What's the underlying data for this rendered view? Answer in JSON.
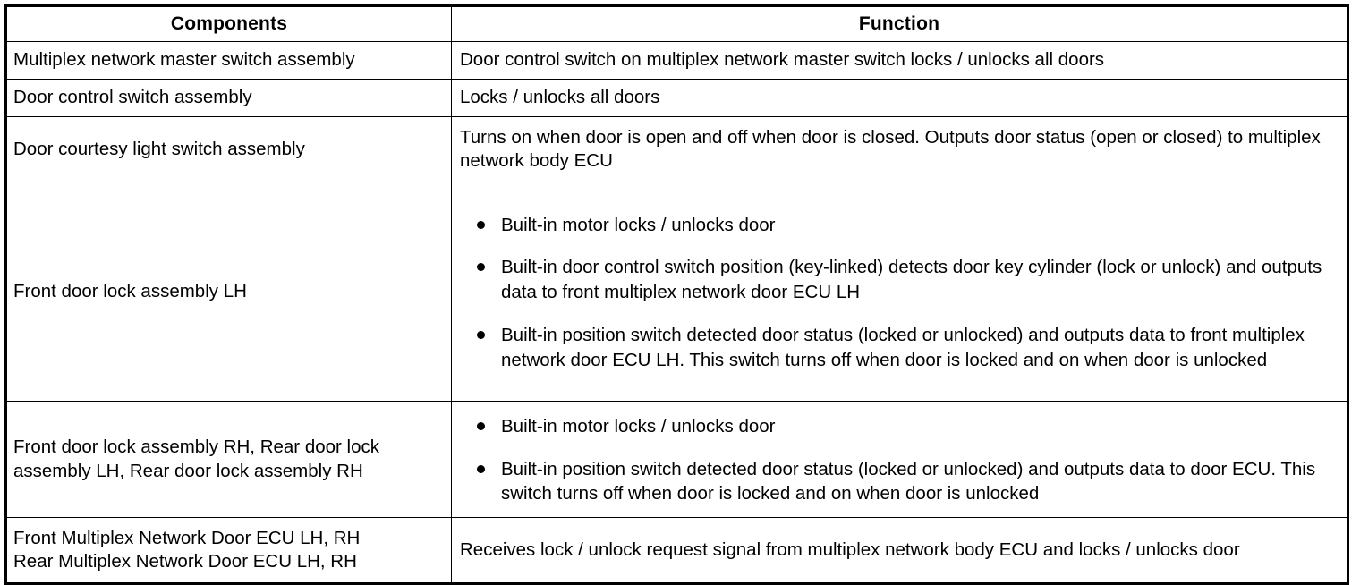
{
  "table": {
    "headers": {
      "components": "Components",
      "function": "Function"
    },
    "rows": [
      {
        "component": "Multiplex network master switch assembly",
        "function_text": "Door control switch on multiplex network master switch locks / unlocks all doors"
      },
      {
        "component": "Door control switch assembly",
        "function_text": "Locks / unlocks all doors"
      },
      {
        "component": "Door courtesy light switch assembly",
        "function_text": "Turns on when door is open and off when door is closed. Outputs door status (open or closed) to multiplex network body ECU"
      },
      {
        "component": "Front door lock assembly LH",
        "function_bullets": [
          "Built-in motor locks / unlocks door",
          "Built-in door control switch position (key-linked) detects door key cylinder (lock or unlock) and outputs data to front multiplex network door ECU LH",
          "Built-in position switch detected door status (locked or unlocked) and outputs data to front multiplex network door ECU LH. This switch turns off when door is locked and on when door is unlocked"
        ]
      },
      {
        "component": "Front door lock assembly RH, Rear door lock assembly LH, Rear door lock assembly RH",
        "function_bullets": [
          "Built-in motor locks / unlocks door",
          "Built-in position switch detected door status (locked or unlocked) and outputs data to door ECU. This switch turns off when door is locked and on when door is unlocked"
        ]
      },
      {
        "component_line1": "Front Multiplex Network Door ECU LH, RH",
        "component_line2": "Rear Multiplex Network Door ECU LH, RH",
        "function_text": "Receives lock / unlock request signal from multiplex network body ECU and locks / unlocks door"
      }
    ]
  },
  "colors": {
    "background": "#ffffff",
    "text": "#000000",
    "border": "#000000"
  }
}
